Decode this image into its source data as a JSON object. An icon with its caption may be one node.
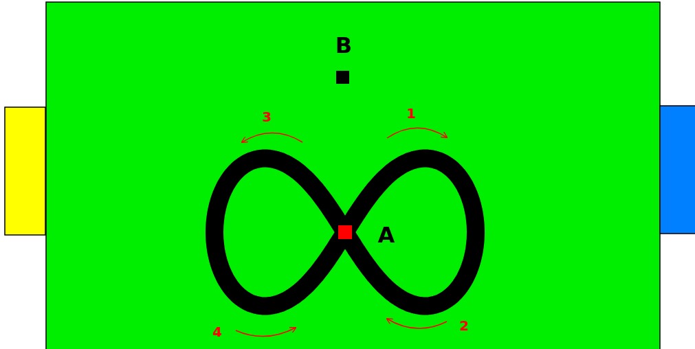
{
  "diagram": {
    "labels": [
      "B",
      "3",
      "1",
      "A",
      "4",
      "2"
    ]
  }
}
